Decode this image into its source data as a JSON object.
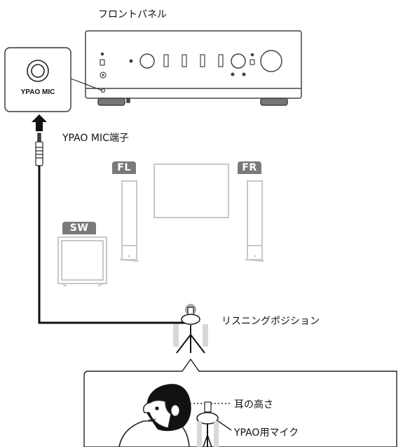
{
  "labels": {
    "front_panel": "フロントパネル",
    "mic_jack_box": "YPAO MIC",
    "mic_jack": "YPAO MIC端子",
    "listening_position": "リスニングポジション",
    "ear_height": "耳の高さ",
    "ypao_mic": "YPAO用マイク"
  },
  "speakers": {
    "front_left": "FL",
    "front_right": "FR",
    "subwoofer": "SW"
  },
  "colors": {
    "line": "#111111",
    "device": "#555555",
    "speaker_outline": "#c8c8c8",
    "badge": "#7a7a7a",
    "highlight": "#9a9a9a"
  }
}
